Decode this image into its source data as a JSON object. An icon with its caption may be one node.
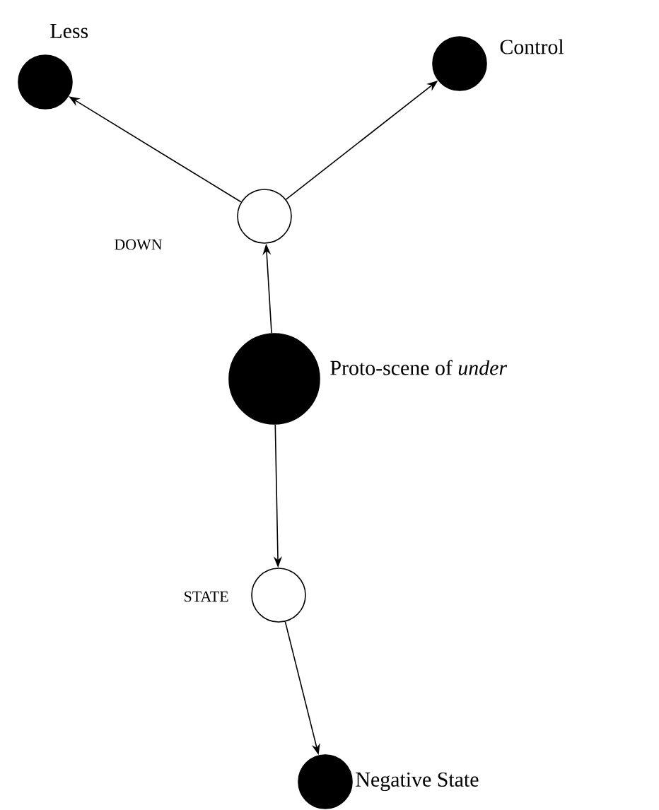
{
  "diagram": {
    "nodes": [
      {
        "text": [
          "Less"
        ]
      },
      {
        "text": [
          "Control"
        ]
      },
      {
        "text": [
          "DOWN"
        ]
      },
      {
        "text": [
          "Proto-scene of *under*"
        ]
      },
      {
        "text": [
          "STATE"
        ]
      },
      {
        "text": [
          "Negative State"
        ]
      }
    ],
    "edges": [
      {
        "from": 2,
        "to": 0,
        "arrow": "to"
      },
      {
        "from": 2,
        "to": 1,
        "arrow": "to"
      },
      {
        "from": 3,
        "to": 2,
        "arrow": "to"
      },
      {
        "from": 3,
        "to": 4,
        "arrow": "to"
      },
      {
        "from": 4,
        "to": 5,
        "arrow": "to"
      }
    ]
  }
}
